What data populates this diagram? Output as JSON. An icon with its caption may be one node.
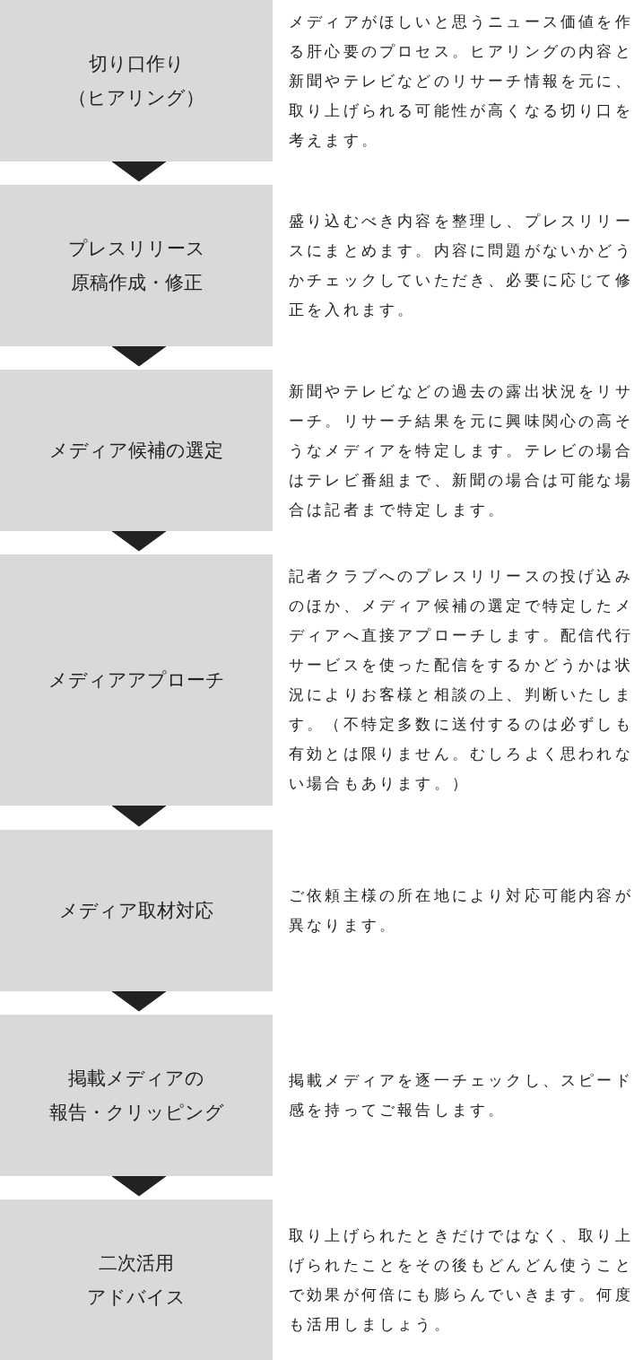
{
  "diagram": {
    "nodes": [
      {
        "text": [
          "切り口作り",
          "（ヒアリング）"
        ],
        "beside": [
          "メディアがほしいと思うニュース価値を作る肝心要のプロセス。ヒアリングの内容と新聞やテレビなどのリサーチ情報を元に、取り上げられる可能性が高くなる切り口を考えます。"
        ]
      },
      {
        "text": [
          "プレスリリース",
          "原稿作成・修正"
        ],
        "beside": [
          "盛り込むべき内容を整理し、プレスリリースにまとめます。内容に問題がないかどうかチェックしていただき、必要に応じて修正を入れます。"
        ]
      },
      {
        "text": [
          "メディア候補の選定"
        ],
        "beside": [
          "新聞やテレビなどの過去の露出状況をリサーチ。リサーチ結果を元に興味関心の高そうなメディアを特定します。テレビの場合はテレビ番組まで、新聞の場合は可能な場合は記者まで特定します。"
        ]
      },
      {
        "text": [
          "メディアアプローチ"
        ],
        "beside": [
          "記者クラブへのプレスリリースの投げ込みのほか、メディア候補の選定で特定したメディアへ直接アプローチします。配信代行サービスを使った配信をするかどうかは状況によりお客様と相談の上、判断いたします。（不特定多数に送付するのは必ずしも有効とは限りません。むしろよく思われない場合もあります。）"
        ]
      },
      {
        "text": [
          "メディア取材対応"
        ],
        "beside": [
          "ご依頼主様の所在地により対応可能内容が異なります。"
        ]
      },
      {
        "text": [
          "掲載メディアの",
          "報告・クリッピング"
        ],
        "beside": [
          "掲載メディアを逐一チェックし、スピード感を持ってご報告します。"
        ]
      },
      {
        "text": [
          "二次活用",
          "アドバイス"
        ],
        "beside": [
          "取り上げられたときだけではなく、取り上げられたことをその後もどんどん使うことで効果が何倍にも膨らんでいきます。何度も活用しましょう。"
        ]
      }
    ],
    "edges": [
      {
        "from": 0,
        "to": 1,
        "arrow": "to"
      },
      {
        "from": 1,
        "to": 2,
        "arrow": "to"
      },
      {
        "from": 2,
        "to": 3,
        "arrow": "to"
      },
      {
        "from": 3,
        "to": 4,
        "arrow": "to"
      },
      {
        "from": 4,
        "to": 5,
        "arrow": "to"
      },
      {
        "from": 5,
        "to": 6,
        "arrow": "to"
      }
    ]
  }
}
